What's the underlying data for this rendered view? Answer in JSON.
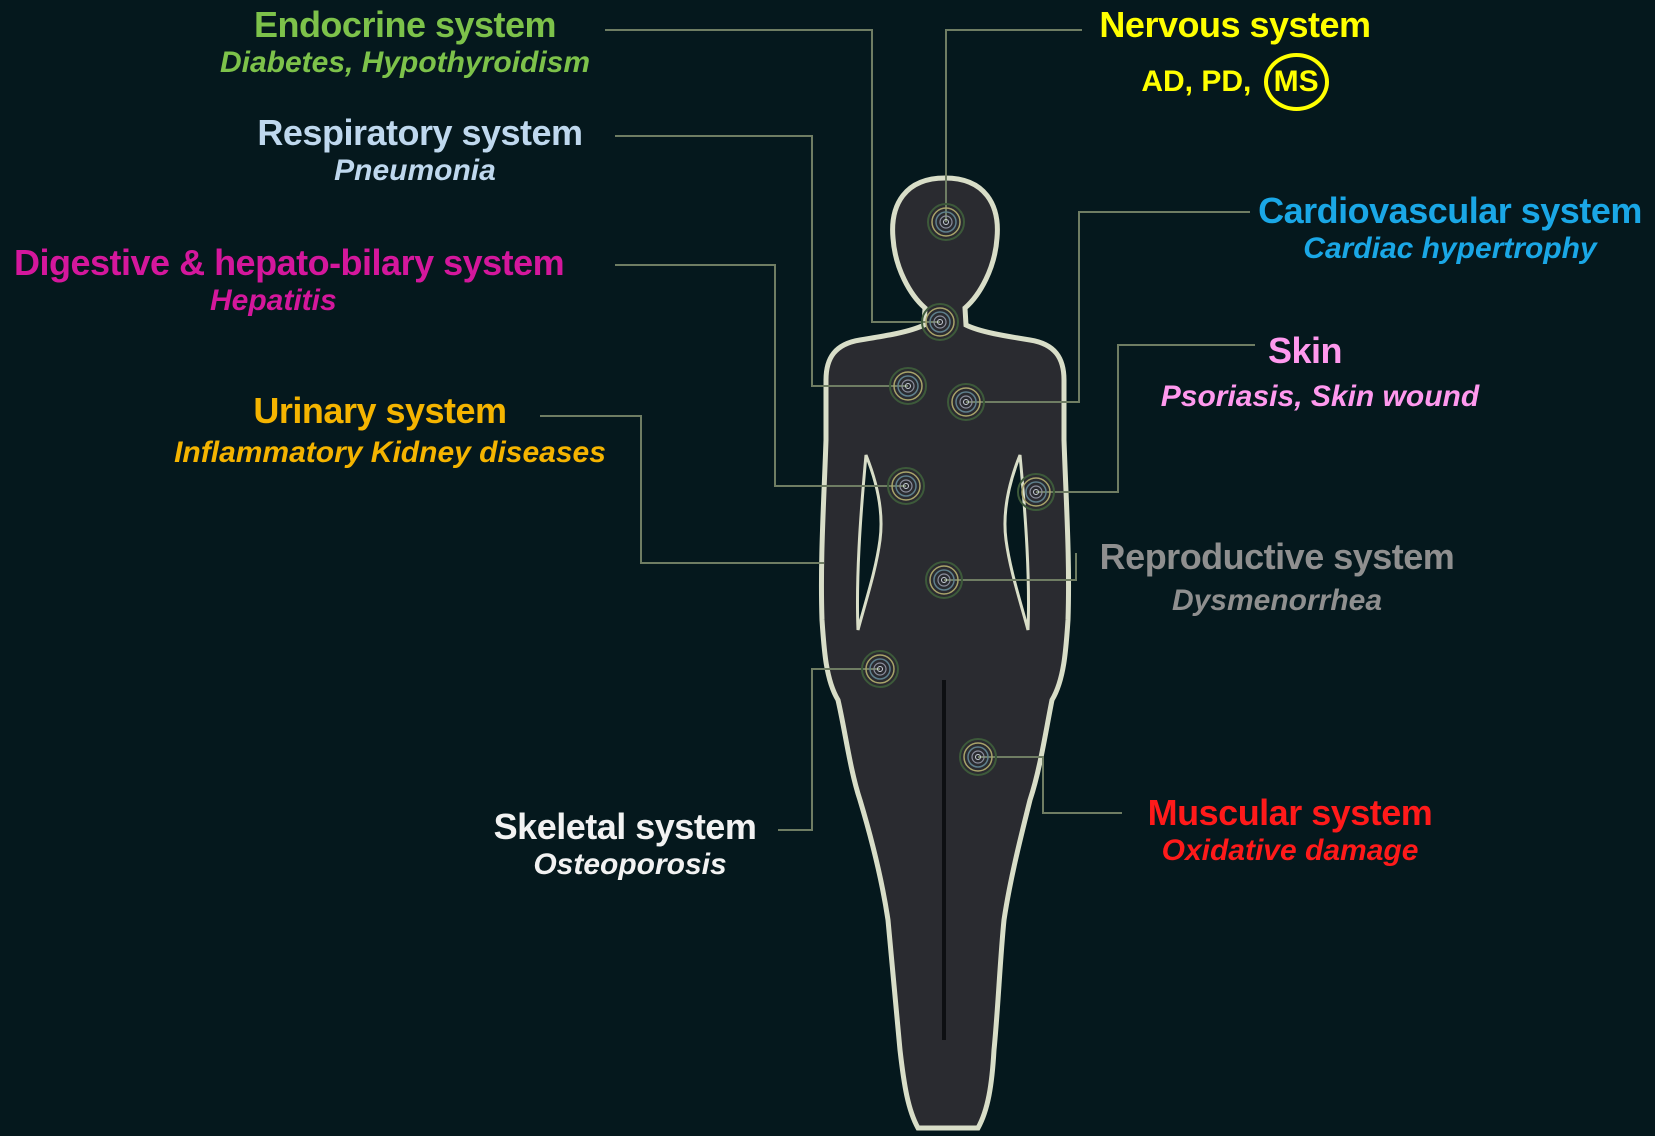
{
  "colors": {
    "background": "#05181d",
    "body_fill": "#2a2b30",
    "body_outline": "#d9dec8",
    "connector": "#6f7d63",
    "endocrine": "#7dc24a",
    "respiratory": "#bfd8ee",
    "digestive": "#d4179c",
    "urinary": "#f5b400",
    "skeletal": "#f2f2f2",
    "nervous": "#ffff00",
    "cardiovascular": "#1aa7e6",
    "skin": "#ff99ee",
    "reproductive": "#8f8f8f",
    "muscular": "#ff1a1a"
  },
  "systems": {
    "endocrine": {
      "name": "Endocrine system",
      "disease": "Diabetes, Hypothyroidism"
    },
    "respiratory": {
      "name": "Respiratory system",
      "disease": "Pneumonia"
    },
    "digestive": {
      "name": "Digestive & hepato-bilary system",
      "disease": "Hepatitis"
    },
    "urinary": {
      "name": "Urinary system",
      "disease": "Inflammatory Kidney diseases"
    },
    "skeletal": {
      "name": "Skeletal system",
      "disease": "Osteoporosis"
    },
    "nervous": {
      "name": "Nervous system",
      "disease_prefix": "AD, PD,",
      "disease_highlight": "MS"
    },
    "cardiovascular": {
      "name": "Cardiovascular system",
      "disease": "Cardiac hypertrophy"
    },
    "skin": {
      "name": "Skin",
      "disease": "Psoriasis, Skin wound"
    },
    "reproductive": {
      "name": "Reproductive system",
      "disease": "Dysmenorrhea"
    },
    "muscular": {
      "name": "Muscular system",
      "disease": "Oxidative damage"
    }
  }
}
